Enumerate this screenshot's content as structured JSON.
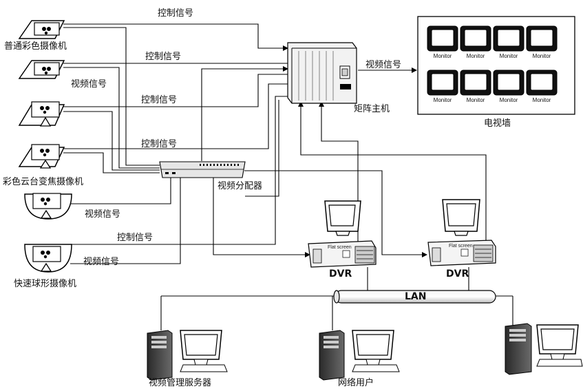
{
  "labels": {
    "ctrl_signal": "控制信号",
    "video_signal": "视频信号",
    "camera_normal": "普通彩色摄像机",
    "camera_ptz": "彩色云台变焦摄像机",
    "camera_dome": "快速球形摄像机",
    "video_distributor": "视频分配器",
    "matrix_host": "矩阵主机",
    "video_wall": "电视墙",
    "monitor": "Monitor",
    "dvr": "DVR",
    "flat_screen": "Flat screen",
    "lan": "LAN",
    "server": "视频管理服务器",
    "net_user": "网络用户"
  }
}
